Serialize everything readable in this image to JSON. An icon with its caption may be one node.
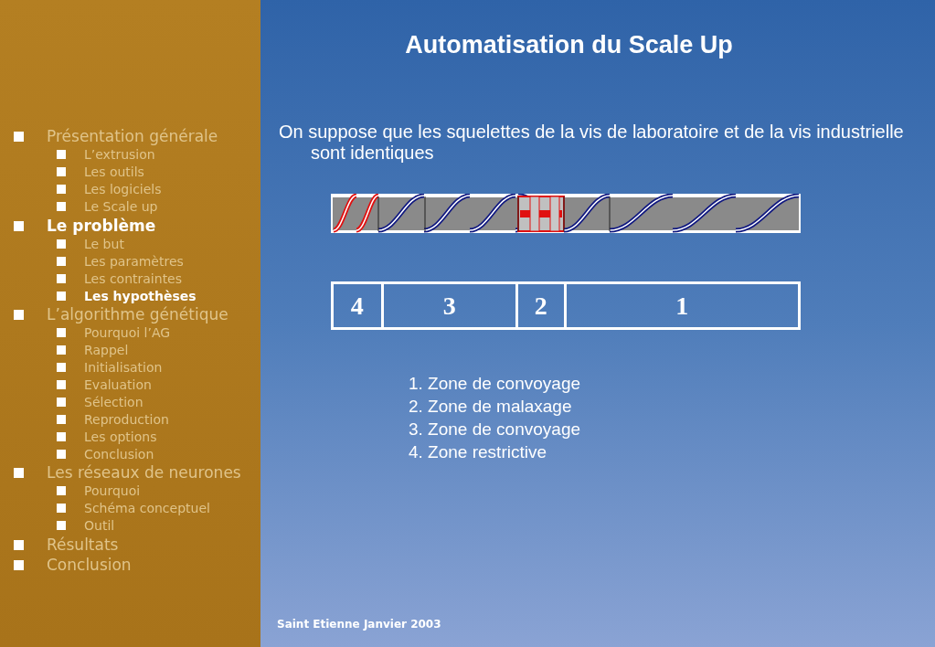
{
  "diagram": {
    "title": "Automatisation du Scale Up",
    "nodes": [
      {
        "text": [],
        "shape": "box"
      },
      {
        "text": [
          "4"
        ],
        "in": 0
      },
      {
        "text": [
          "3"
        ],
        "in": 0
      },
      {
        "text": [
          "2"
        ],
        "in": 0
      },
      {
        "text": [
          "1"
        ],
        "in": 0
      }
    ],
    "labels": [
      "Présentation générale",
      "L’extrusion",
      "Les outils",
      "Les logiciels",
      "Le Scale up",
      "Le problème",
      "Le but",
      "Les paramètres",
      "Les contraintes",
      "Les hypothèses",
      "L’algorithme génétique",
      "Pourquoi l’AG",
      "Rappel",
      "Initialisation",
      "Evaluation",
      "Sélection",
      "Reproduction",
      "Les options",
      "Conclusion",
      "Les réseaux de neurones",
      "Pourquoi",
      "Schéma conceptuel",
      "Outil",
      "Résultats",
      "Conclusion",
      "On suppose que les squelettes de la vis de laboratoire et de la vis industrielle sont identiques",
      "1. Zone de convoyage",
      "2. Zone de malaxage",
      "3. Zone de convoyage",
      "4. Zone restrictive",
      "Saint Etienne Janvier 2003"
    ]
  }
}
